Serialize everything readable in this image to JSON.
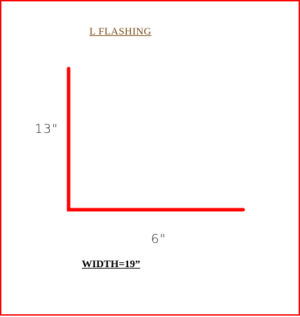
{
  "diagram": {
    "title": "L  FLASHING",
    "vertical_leg_label": "13\"",
    "horizontal_leg_label": "6\"",
    "width_label": "WIDTH=19”",
    "line_color": "#ff0000",
    "border_color": "#ff0000",
    "title_color": "#7a4a12"
  }
}
